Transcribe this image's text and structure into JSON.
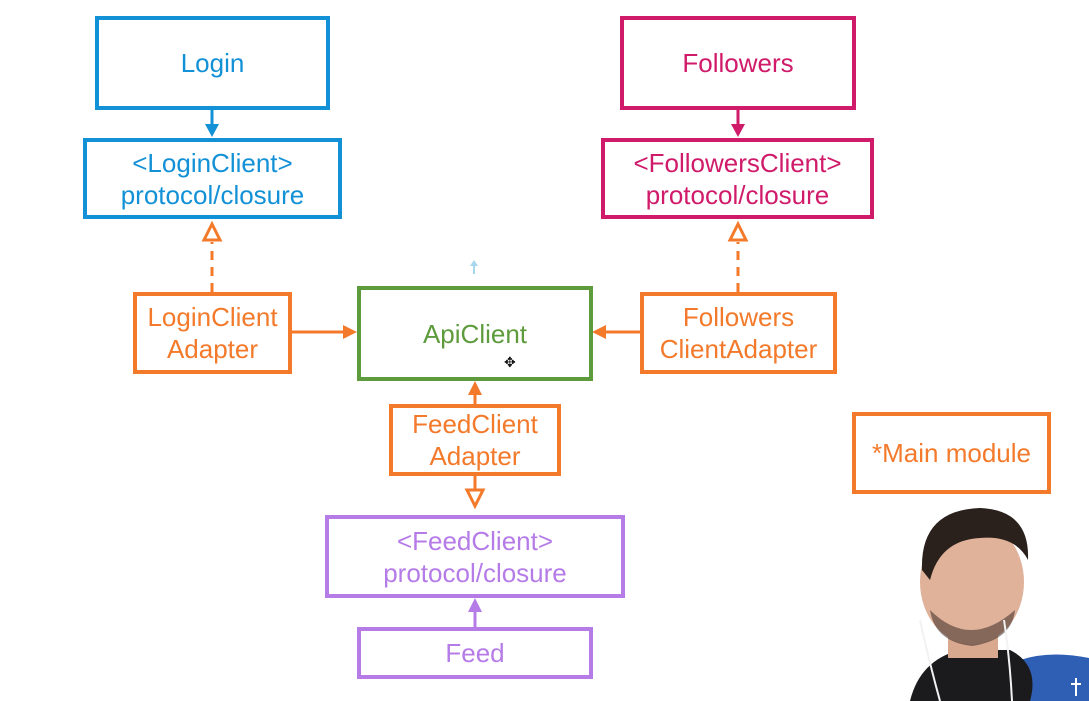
{
  "colors": {
    "login": "#1391d6",
    "followers": "#d01a6a",
    "adapter": "#f37a2b",
    "api": "#5d9b3d",
    "feed": "#b57ce8"
  },
  "boxes": {
    "login": {
      "label": "Login"
    },
    "login_client": {
      "line1": "<LoginClient>",
      "line2": "protocol/closure"
    },
    "followers": {
      "label": "Followers"
    },
    "followers_client": {
      "line1": "<FollowersClient>",
      "line2": "protocol/closure"
    },
    "login_adapter": {
      "line1": "LoginClient",
      "line2": "Adapter"
    },
    "api_client": {
      "label": "ApiClient"
    },
    "followers_adapter": {
      "line1": "Followers",
      "line2": "ClientAdapter"
    },
    "feed_adapter": {
      "line1": "FeedClient",
      "line2": "Adapter"
    },
    "main_module": {
      "label": "*Main module"
    },
    "feed_client": {
      "line1": "<FeedClient>",
      "line2": "protocol/closure"
    },
    "feed": {
      "label": "Feed"
    }
  },
  "icons": {
    "cursor": "move-cursor-icon",
    "presenter": "presenter-webcam-icon"
  }
}
